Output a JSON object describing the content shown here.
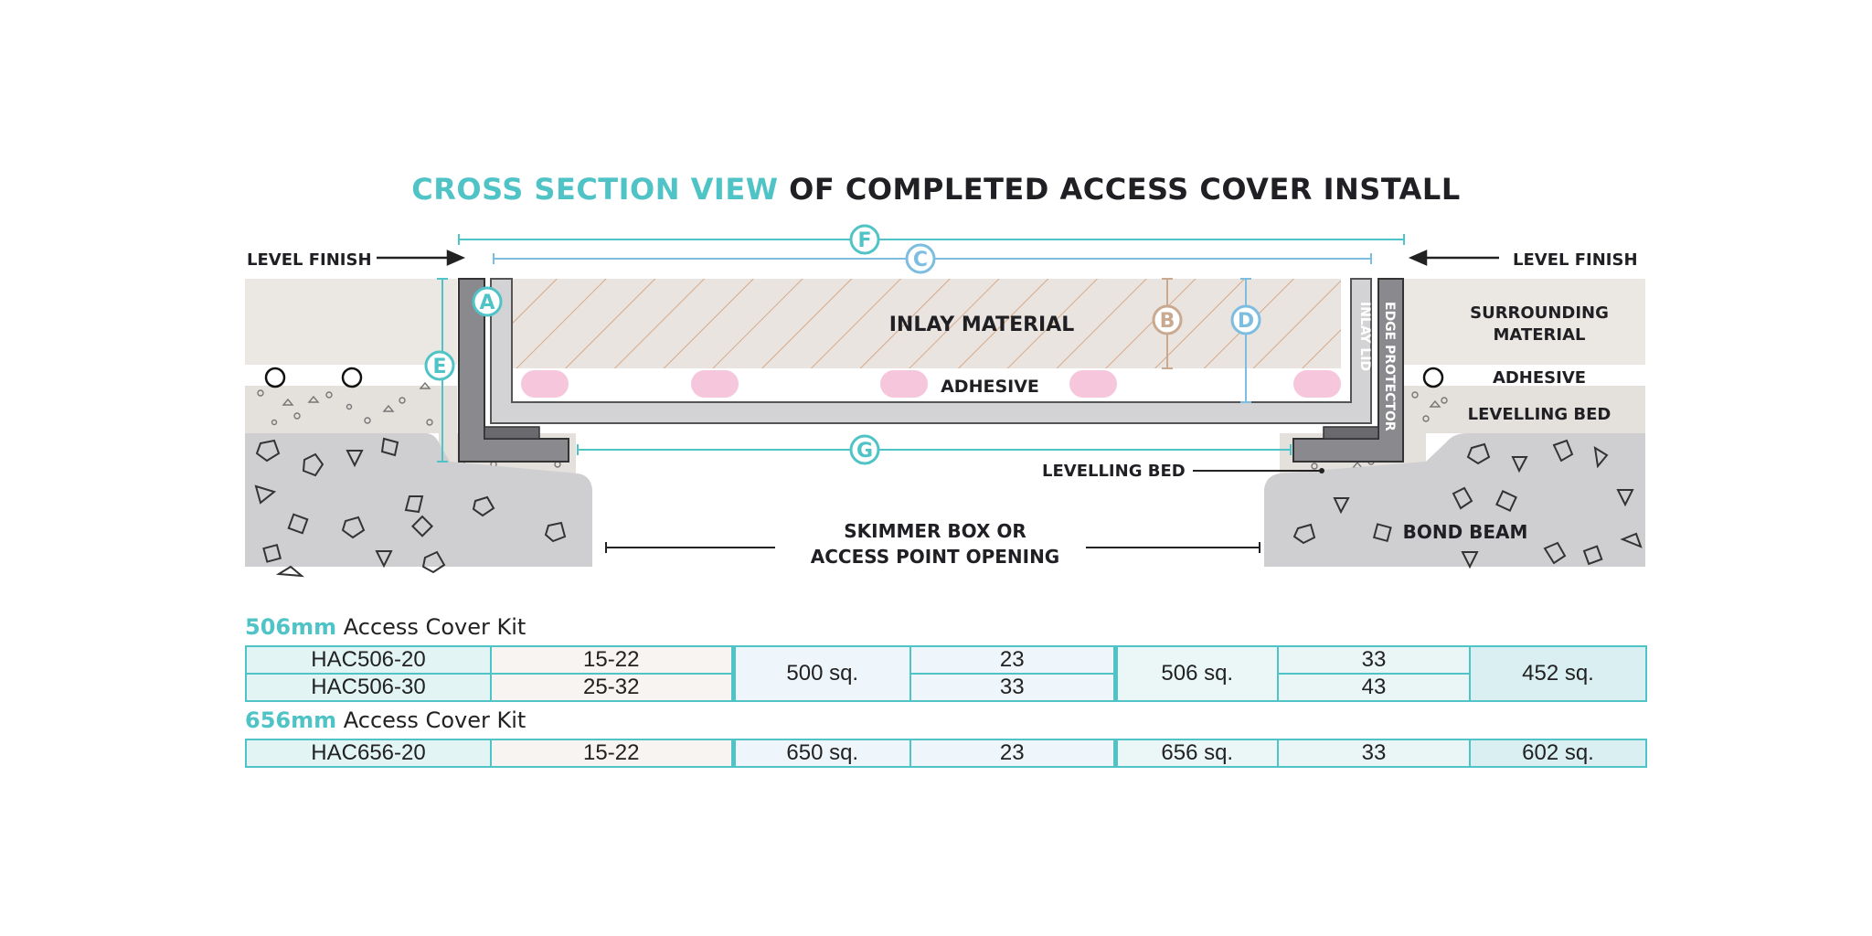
{
  "title": {
    "accent": "CROSS SECTION VIEW",
    "rest": "OF COMPLETED ACCESS COVER INSTALL"
  },
  "labels": {
    "level_finish_left": "LEVEL FINISH",
    "level_finish_right": "LEVEL FINISH",
    "inlay_material": "INLAY MATERIAL",
    "adhesive_center": "ADHESIVE",
    "surrounding_1": "SURROUNDING",
    "surrounding_2": "MATERIAL",
    "adhesive_right": "ADHESIVE",
    "levelling_bed_right": "LEVELLING BED",
    "levelling_bed_center": "LEVELLING BED",
    "inlay_lid": "INLAY LID",
    "edge_protector": "EDGE PROTECTOR",
    "skimmer_1": "SKIMMER BOX OR",
    "skimmer_2": "ACCESS POINT OPENING",
    "bond_beam": "BOND BEAM"
  },
  "markers": [
    "A",
    "B",
    "C",
    "D",
    "E",
    "F",
    "G"
  ],
  "colors": {
    "accent": "#4fc3c6",
    "tan": "#c9a98f",
    "blue": "#7cbde0",
    "pink": "#f5c6dc",
    "steel": "#8a8a8e"
  },
  "kits": [
    {
      "size": "506mm",
      "name": "Access Cover Kit",
      "rows": [
        {
          "code": "HAC506-20",
          "range": "15-22",
          "c": "23",
          "e": "33"
        },
        {
          "code": "HAC506-30",
          "range": "25-32",
          "c": "33",
          "e": "43"
        }
      ],
      "col3": "500 sq.",
      "col5": "506 sq.",
      "col7": "452 sq."
    },
    {
      "size": "656mm",
      "name": "Access Cover Kit",
      "rows": [
        {
          "code": "HAC656-20",
          "range": "15-22",
          "c": "23",
          "e": "33"
        }
      ],
      "col3": "650 sq.",
      "col5": "656 sq.",
      "col7": "602 sq."
    }
  ]
}
